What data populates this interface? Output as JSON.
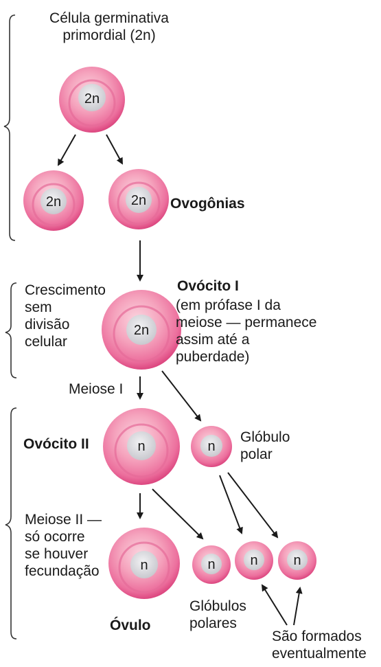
{
  "labels": {
    "primordial": "Célula germinativa\nprimordial (2n)",
    "ovogonias": "Ovogônias",
    "crescimento": "Crescimento\nsem\ndivisão\ncelular",
    "ovocito1_title": "Ovócito I",
    "ovocito1_desc": "(em prófase I da\nmeiose — permanece\nassim até a\npuberdade)",
    "meiose1": "Meiose I",
    "globulo_polar": "Glóbulo\npolar",
    "ovocito2": "Ovócito II",
    "meiose2": "Meiose II —\nsó ocorre\nse houver\nfecundação",
    "ovulo": "Óvulo",
    "globulos_polares": "Glóbulos\npolares",
    "formados": "São formados\neventualmente"
  },
  "cells": {
    "primordial": "2n",
    "ovogonia_left": "2n",
    "ovogonia_right": "2n",
    "ovocito1": "2n",
    "ovocito2": "n",
    "globulo_polar": "n",
    "ovulo": "n",
    "polar_1": "n",
    "polar_2": "n",
    "polar_3": "n"
  },
  "colors": {
    "membrane_outer": "#e04e86",
    "membrane_mid": "#f07aa4",
    "cytoplasm": "#f5a3bd",
    "nucleus": "#d9d9de",
    "arrow": "#1a1a1a",
    "bracket": "#333333"
  }
}
